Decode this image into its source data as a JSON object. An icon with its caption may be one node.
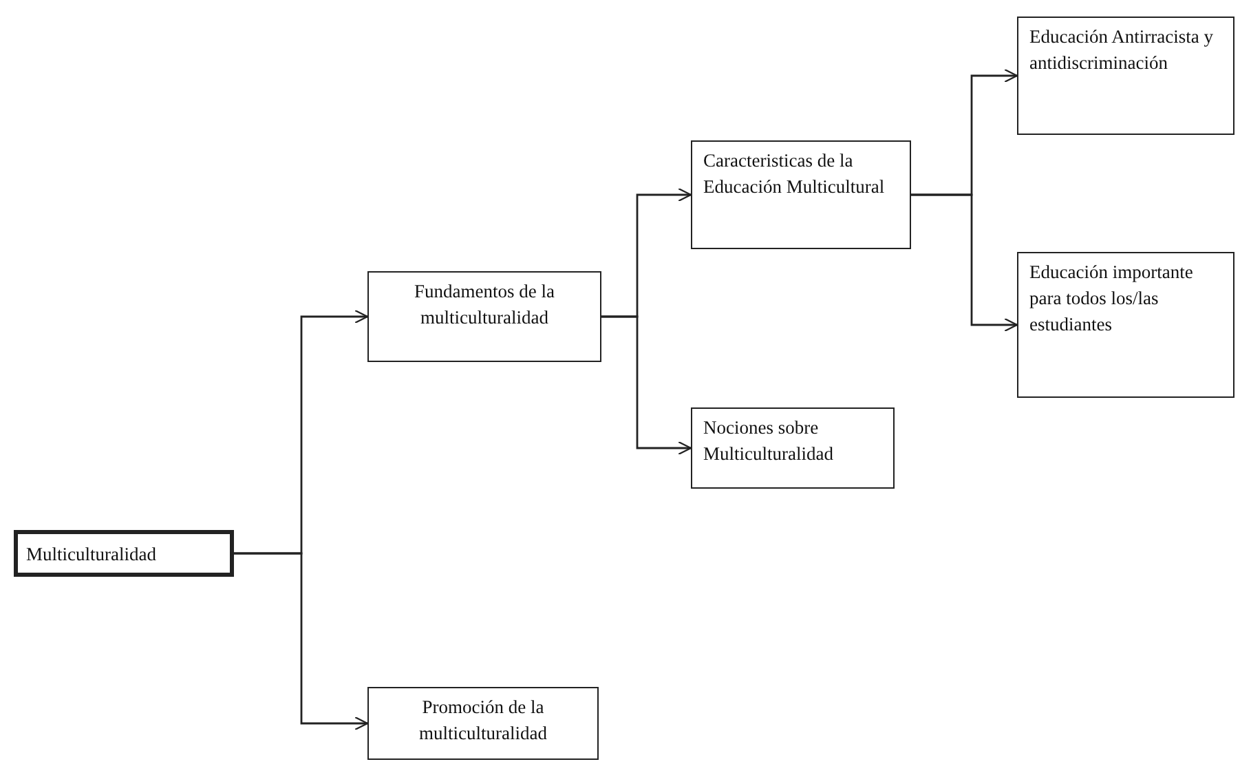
{
  "diagram": {
    "nodes": [
      {
        "text": [
          "Multiculturalidad"
        ]
      },
      {
        "text": [
          "Fundamentos de la multiculturalidad"
        ]
      },
      {
        "text": [
          "Promoción de la multiculturalidad"
        ]
      },
      {
        "text": [
          "Caracteristicas de la Educación Multicultural"
        ]
      },
      {
        "text": [
          "Nociones sobre Multiculturalidad"
        ]
      },
      {
        "text": [
          "Educación Antirracista y antidiscriminación"
        ]
      },
      {
        "text": [
          "Educación importante para todos los/las estudiantes"
        ]
      }
    ],
    "edges": [
      {
        "from": 0,
        "to": 1,
        "arrow": "to"
      },
      {
        "from": 0,
        "to": 2,
        "arrow": "to"
      },
      {
        "from": 1,
        "to": 3,
        "arrow": "to"
      },
      {
        "from": 1,
        "to": 4,
        "arrow": "to"
      },
      {
        "from": 3,
        "to": 5,
        "arrow": "to"
      },
      {
        "from": 3,
        "to": 6,
        "arrow": "to"
      }
    ]
  }
}
